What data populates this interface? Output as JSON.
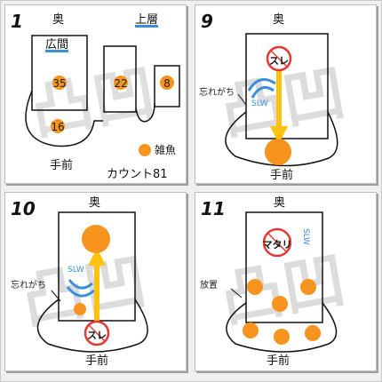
{
  "colors": {
    "ball": "#f7941d",
    "arrow": "#ffc20e",
    "slw": "#3a8fd8",
    "badge_ring": "#e53935",
    "watermark": "#d9d9d9"
  },
  "panels": [
    {
      "number": "1",
      "back_label": "奥",
      "front_label": "手前",
      "wide_label": "広間",
      "upper_label": "上層",
      "hold_numbers": [
        "35",
        "16",
        "22",
        "8"
      ],
      "legend_label": "雑魚",
      "count_text": "カウント81"
    },
    {
      "number": "9",
      "back_label": "奥",
      "front_label": "手前",
      "badge": "スレ",
      "slw": "SLW",
      "side_label": "忘れがち"
    },
    {
      "number": "10",
      "back_label": "奥",
      "front_label": "手前",
      "badge": "スレ",
      "slw": "SLW",
      "side_label": "忘れがち"
    },
    {
      "number": "11",
      "back_label": "奥",
      "front_label": "手前",
      "badge": "マタリ",
      "slw": "SLW",
      "side_label": "放置"
    }
  ]
}
